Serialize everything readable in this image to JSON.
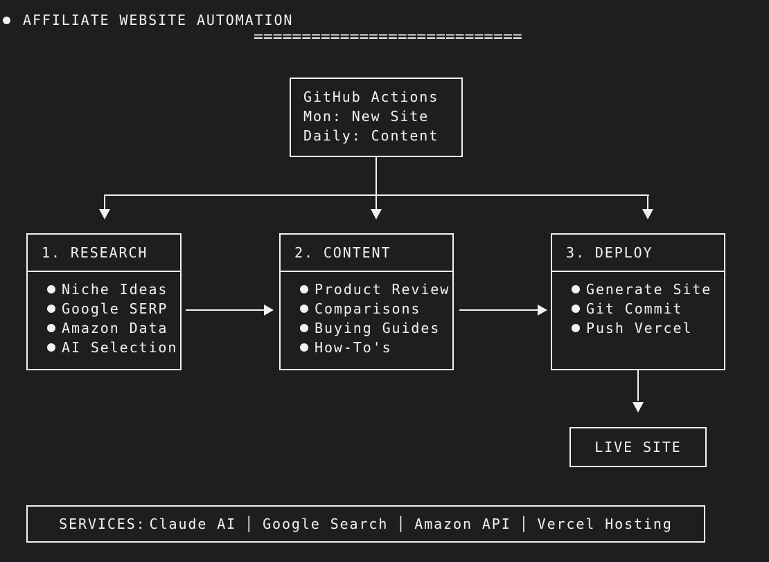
{
  "page": {
    "background": "#1e1e1e",
    "foreground": "#f2f2f2"
  },
  "header": {
    "title": "AFFILIATE WEBSITE AUTOMATION",
    "underline": "============================"
  },
  "trigger_box": {
    "lines": [
      "GitHub Actions",
      "Mon: New Site",
      "Daily: Content"
    ]
  },
  "stages": [
    {
      "title": "1. RESEARCH",
      "items": [
        "Niche Ideas",
        "Google SERP",
        "Amazon Data",
        "AI Selection"
      ]
    },
    {
      "title": "2. CONTENT",
      "items": [
        "Product Review",
        "Comparisons",
        "Buying Guides",
        "How-To's"
      ]
    },
    {
      "title": "3. DEPLOY",
      "items": [
        "Generate Site",
        "Git Commit",
        "Push Vercel"
      ]
    }
  ],
  "result_box": {
    "label": "LIVE SITE"
  },
  "services_bar": {
    "label": "SERVICES:",
    "separator": "│",
    "items": [
      "Claude AI",
      "Google Search",
      "Amazon API",
      "Vercel Hosting"
    ]
  }
}
